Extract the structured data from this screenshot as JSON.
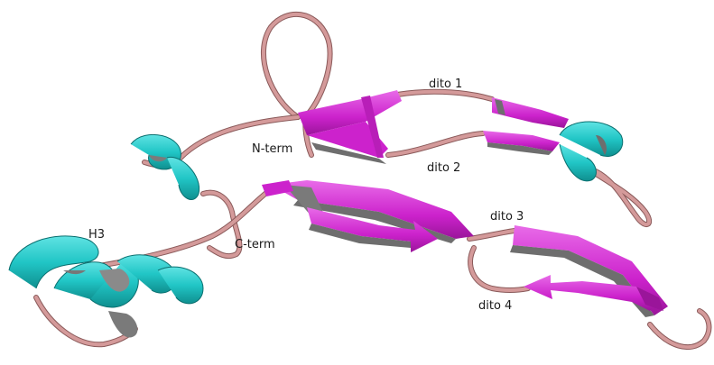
{
  "labels": {
    "dito1": "dito 1",
    "dito2": "dito 2",
    "dito3": "dito 3",
    "dito4": "dito 4",
    "nterm": "N-term",
    "cterm": "C-term",
    "h3": "H3"
  },
  "colors": {
    "background": "#ffffff",
    "coil": "#d49a9a",
    "coil_edge": "#8a5a5a",
    "helix": "#21c6c6",
    "helix_dark": "#0f8f8f",
    "strand": "#cc22cc",
    "strand_light": "#e060e0",
    "strand_shadow": "#6e6e6e"
  }
}
